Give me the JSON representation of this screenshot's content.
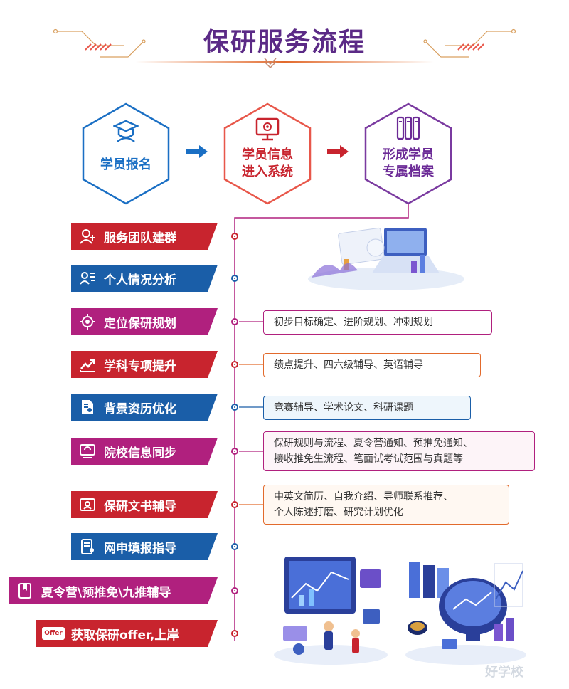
{
  "title": "保研服务流程",
  "colors": {
    "purple": "#5b2a86",
    "red": "#c8242e",
    "blue": "#1a5ea8",
    "magenta": "#b0207e",
    "orange": "#e26a2c"
  },
  "top_steps": [
    {
      "icon": "student-cap-icon",
      "label_lines": [
        "学员报名"
      ]
    },
    {
      "icon": "computer-gear-icon",
      "label_lines": [
        "学员信息",
        "进入系统"
      ]
    },
    {
      "icon": "archive-files-icon",
      "label_lines": [
        "形成学员",
        "专属档案"
      ]
    }
  ],
  "steps": [
    {
      "label": "服务团队建群",
      "icon": "team-user-icon",
      "color": "#c8242e"
    },
    {
      "label": "个人情况分析",
      "icon": "profile-list-icon",
      "color": "#1a5ea8"
    },
    {
      "label": "定位保研规划",
      "icon": "target-icon",
      "color": "#b0207e"
    },
    {
      "label": "学科专项提升",
      "icon": "trend-chart-icon",
      "color": "#c8242e"
    },
    {
      "label": "背景资历优化",
      "icon": "document-user-icon",
      "color": "#1a5ea8"
    },
    {
      "label": "院校信息同步",
      "icon": "monitor-sync-icon",
      "color": "#b0207e"
    },
    {
      "label": "保研文书辅导",
      "icon": "id-card-icon",
      "color": "#c8242e"
    },
    {
      "label": "网申填报指导",
      "icon": "form-user-icon",
      "color": "#1a5ea8"
    },
    {
      "label": "夏令营\\预推免\\九推辅导",
      "icon": "bookmark-icon",
      "color": "#b0207e"
    },
    {
      "label": "获取保研offer,上岸",
      "icon": "offer-badge-icon",
      "color": "#c8242e",
      "badge": "Offer"
    }
  ],
  "details": [
    {
      "lines": [
        "初步目标确定、进阶规划、冲刺规划"
      ],
      "color": "#b0207e"
    },
    {
      "lines": [
        "绩点提升、四六级辅导、英语辅导"
      ],
      "color": "#e26a2c"
    },
    {
      "lines": [
        "竞赛辅导、学术论文、科研课题"
      ],
      "color": "#1a5ea8"
    },
    {
      "lines": [
        "保研规则与流程、夏令营通知、预推免通知、",
        "接收推免生流程、笔面试考试范围与真题等"
      ],
      "color": "#b0207e"
    },
    {
      "lines": [
        "中英文简历、自我介绍、导师联系推荐、",
        "个人陈述打磨、研究计划优化"
      ],
      "color": "#e26a2c"
    }
  ],
  "watermark": "好学校"
}
